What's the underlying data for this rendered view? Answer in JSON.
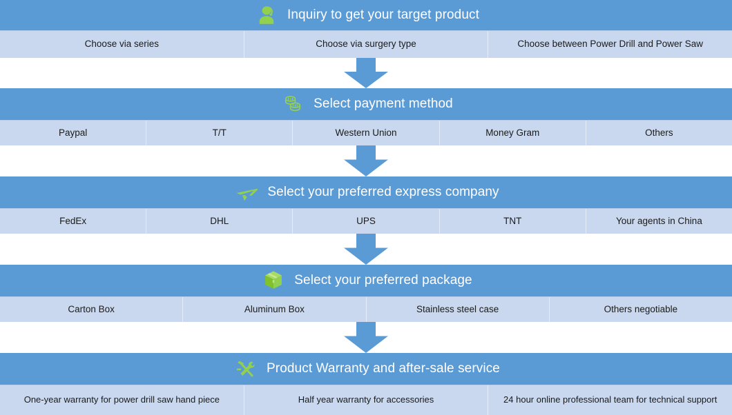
{
  "theme": {
    "header_blue": "#5B9BD5",
    "options_blue": "#C9D8EE",
    "icon_green": "#92D050",
    "arrow_blue": "#5B9BD5",
    "header_text": "#FFFFFF",
    "option_text": "#1A1A1A"
  },
  "sections": [
    {
      "icon": "support-person-icon",
      "title": "Inquiry to get your target product",
      "options": [
        "Choose via series",
        "Choose via surgery type",
        "Choose  between Power Drill and Power Saw"
      ]
    },
    {
      "icon": "coins-icon",
      "title": "Select payment method",
      "options": [
        "Paypal",
        "T/T",
        "Western Union",
        "Money Gram",
        "Others"
      ]
    },
    {
      "icon": "airplane-icon",
      "title": "Select your preferred express company",
      "options": [
        "FedEx",
        "DHL",
        "UPS",
        "TNT",
        "Your agents in China"
      ]
    },
    {
      "icon": "package-box-icon",
      "title": "Select your preferred package",
      "options": [
        "Carton Box",
        "Aluminum Box",
        "Stainless steel case",
        "Others negotiable"
      ]
    },
    {
      "icon": "hammer-wrench-icon",
      "title": "Product Warranty and after-sale service",
      "options": [
        "One-year warranty for power drill saw hand piece",
        "Half year warranty for accessories",
        "24 hour online professional team for technical support"
      ]
    }
  ],
  "connectors": [
    {
      "name": "down-arrow-1"
    },
    {
      "name": "down-arrow-2"
    },
    {
      "name": "down-arrow-3"
    },
    {
      "name": "down-arrow-4"
    }
  ]
}
